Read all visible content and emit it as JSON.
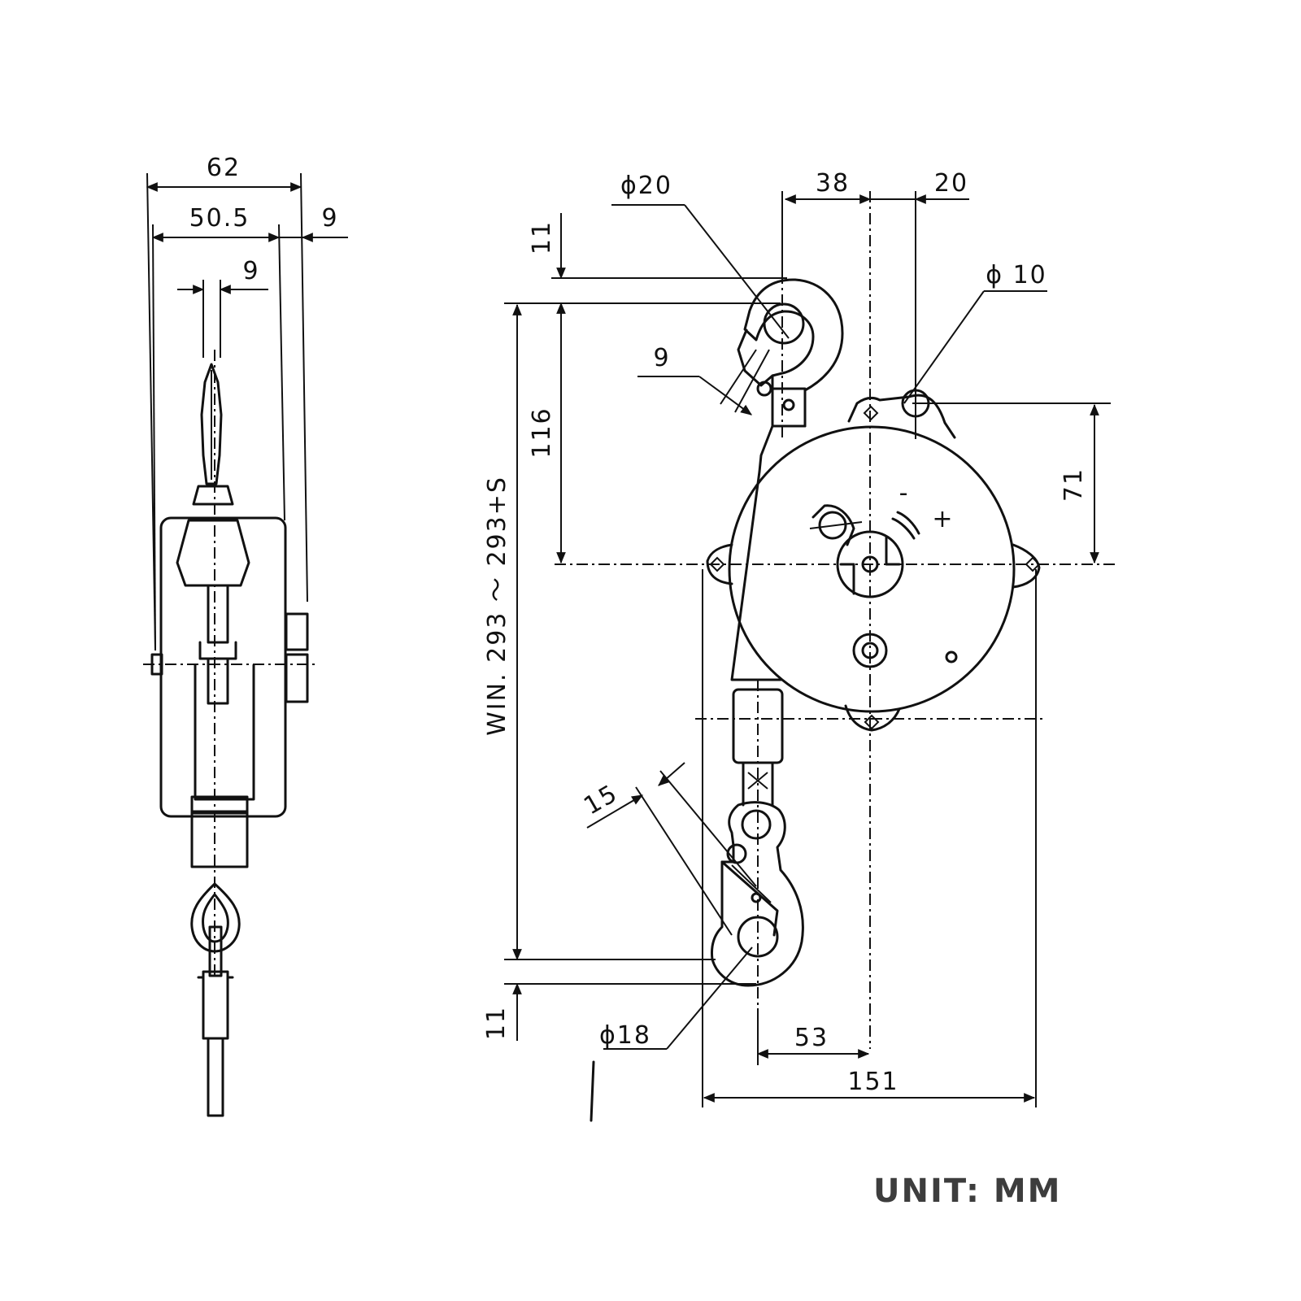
{
  "side_view": {
    "overall_width": "62",
    "inner_width": "50.5",
    "offset": "9",
    "hook_width": "9"
  },
  "front_view": {
    "top_hook_diameter": "ϕ20",
    "top_offset_38": "38",
    "top_offset_20": "20",
    "top_clearance": "11",
    "mount_hole_diameter": "ϕ 10",
    "latch_gap": "9",
    "hook_to_center": "116",
    "mount_to_center": "71",
    "working_length": "WIN. 293 ～ 293+S",
    "bottom_hook_opening": "15",
    "bottom_clearance": "11",
    "bottom_hook_diameter": "ϕ18",
    "hook_offset": "53",
    "overall_width": "151",
    "adjust_minus": "-",
    "adjust_plus": "+"
  },
  "unit_label": "UNIT: MM"
}
